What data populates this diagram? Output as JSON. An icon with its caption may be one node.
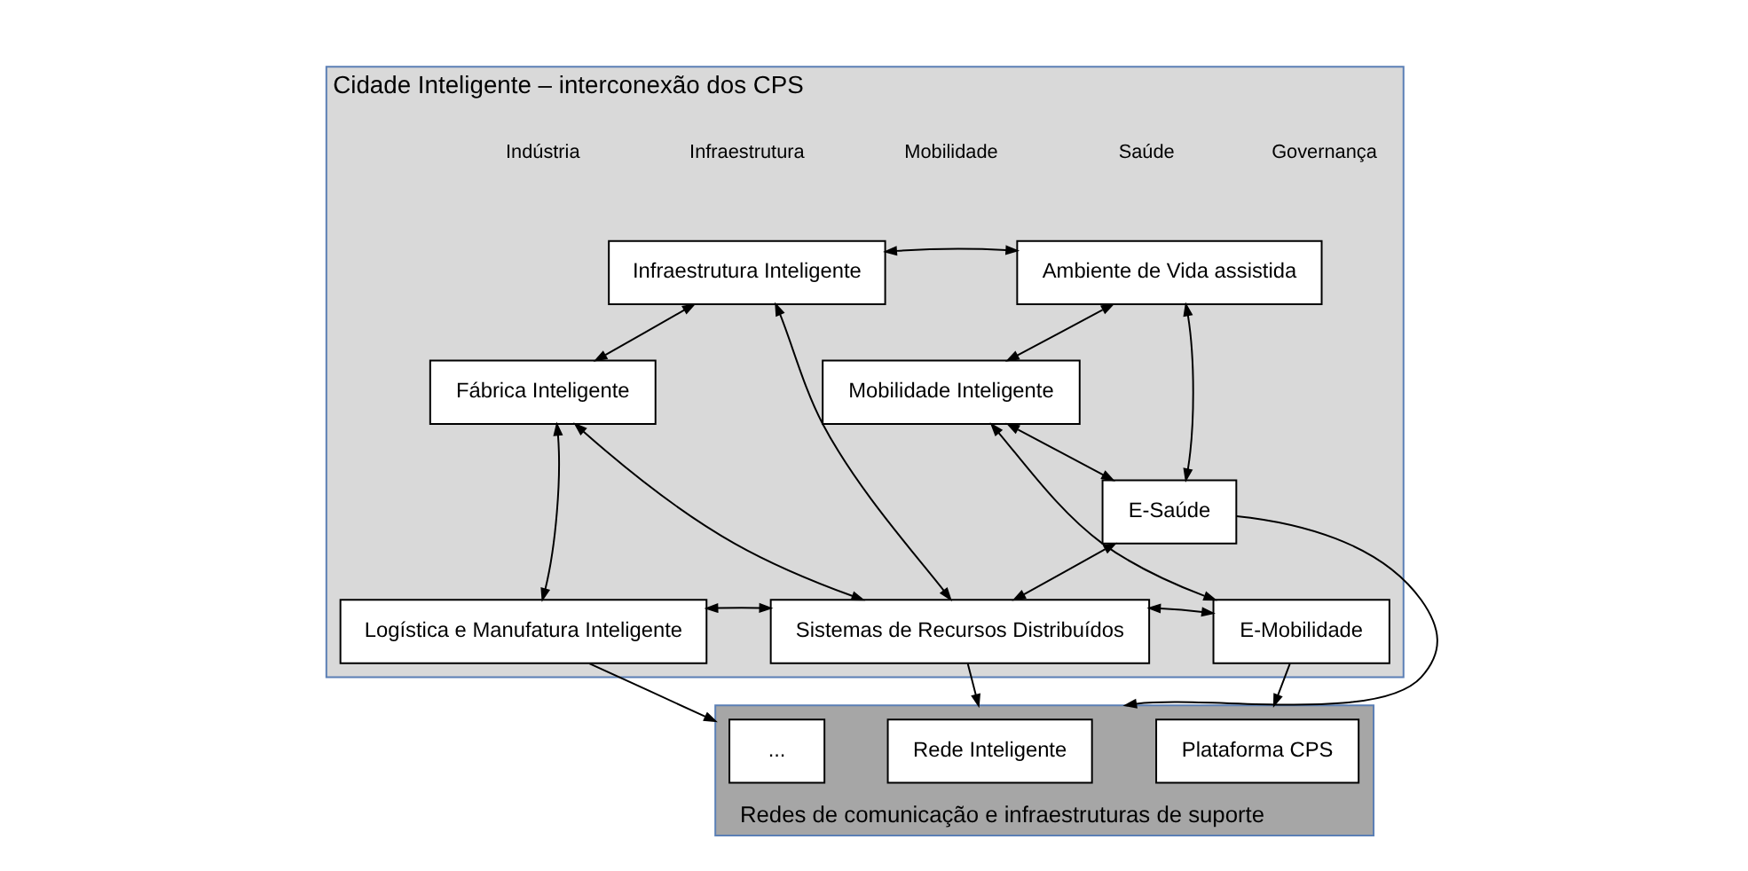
{
  "diagram": {
    "nodes": [
      {
        "text": [
          "Cidade Inteligente – interconexão dos CPS"
        ]
      },
      {
        "text": [
          "Ambiente de Vida assistida"
        ],
        "in": 0
      },
      {
        "text": [
          "Infraestrutura Inteligente"
        ],
        "in": 0
      },
      {
        "text": [
          "Mobilidade Inteligente"
        ],
        "in": 0
      },
      {
        "text": [
          "Fábrica Inteligente"
        ],
        "in": 0
      },
      {
        "text": [
          "E-Saúde"
        ],
        "in": 0
      },
      {
        "text": [
          "E-Mobilidade"
        ],
        "in": 0
      },
      {
        "text": [
          "Sistemas de Recursos Distribuídos"
        ],
        "in": 0
      },
      {
        "text": [
          "Logística e Manufatura Inteligente"
        ],
        "in": 0
      },
      {
        "text": [
          "Redes de comunicação e infraestruturas de suporte"
        ]
      },
      {
        "text": [
          "Plataforma CPS"
        ],
        "in": 9
      },
      {
        "text": [
          "Rede Inteligente"
        ],
        "in": 9
      },
      {
        "text": [
          "..."
        ],
        "in": 9
      }
    ],
    "edges": [
      {
        "from": 3,
        "to": 1,
        "arrow": "both"
      },
      {
        "from": 1,
        "to": 2,
        "arrow": "both"
      },
      {
        "from": 2,
        "to": 4,
        "arrow": "both"
      },
      {
        "from": 1,
        "to": 5,
        "arrow": "both"
      },
      {
        "from": 3,
        "to": 5,
        "arrow": "both"
      },
      {
        "from": 3,
        "to": 6,
        "arrow": "both"
      },
      {
        "from": 5,
        "to": 7,
        "arrow": "both"
      },
      {
        "from": 6,
        "to": 7,
        "arrow": "both"
      },
      {
        "from": 2,
        "to": 7,
        "arrow": "both"
      },
      {
        "from": 4,
        "to": 7,
        "arrow": "both"
      },
      {
        "from": 4,
        "to": 8,
        "arrow": "both"
      },
      {
        "from": 7,
        "to": 8,
        "arrow": "both"
      },
      {
        "from": 6,
        "to": 9,
        "arrow": "to"
      },
      {
        "from": 5,
        "to": 9,
        "arrow": "to"
      },
      {
        "from": 7,
        "to": 9,
        "arrow": "to"
      },
      {
        "from": 8,
        "to": 9,
        "arrow": "to"
      }
    ],
    "labels": [
      "Mobilidade",
      "Saúde",
      "Governança",
      "Infraestrutura",
      "Indústria"
    ]
  }
}
